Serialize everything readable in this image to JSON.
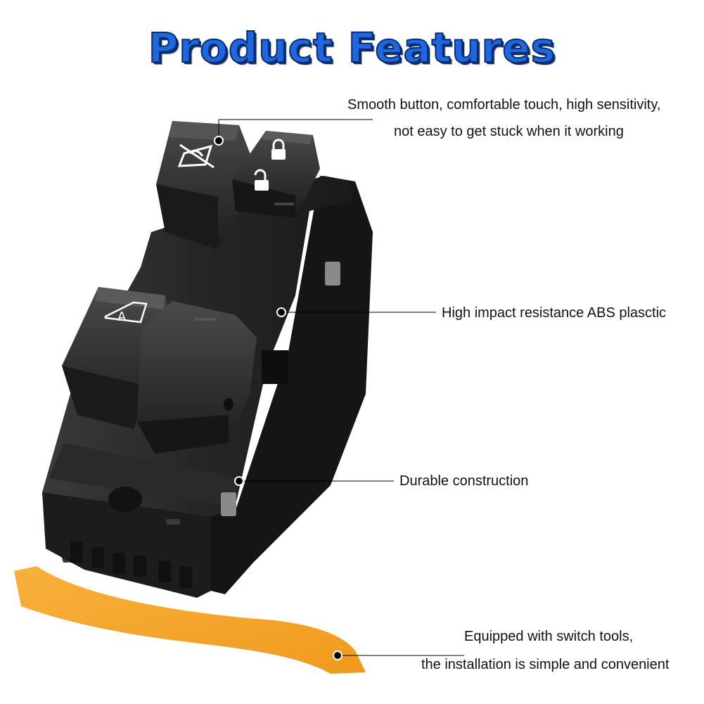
{
  "header": {
    "title": "Product Features"
  },
  "callouts": {
    "button": {
      "line1": "Smooth button, comfortable touch, high sensitivity,",
      "line2": "not easy to get stuck when it working"
    },
    "material": {
      "text": "High impact resistance ABS plasctic"
    },
    "construction": {
      "text": "Durable construction"
    },
    "tool": {
      "line1": "Equipped with switch tools,",
      "line2": "the installation is simple and convenient"
    }
  },
  "product": {
    "body_color": "#202020",
    "tool_color": "#f5a32a",
    "button_glyphs": [
      "window-lock-icon",
      "lock-icon",
      "unlock-icon",
      "auto-window-icon"
    ],
    "auto_button_letter": "A"
  }
}
